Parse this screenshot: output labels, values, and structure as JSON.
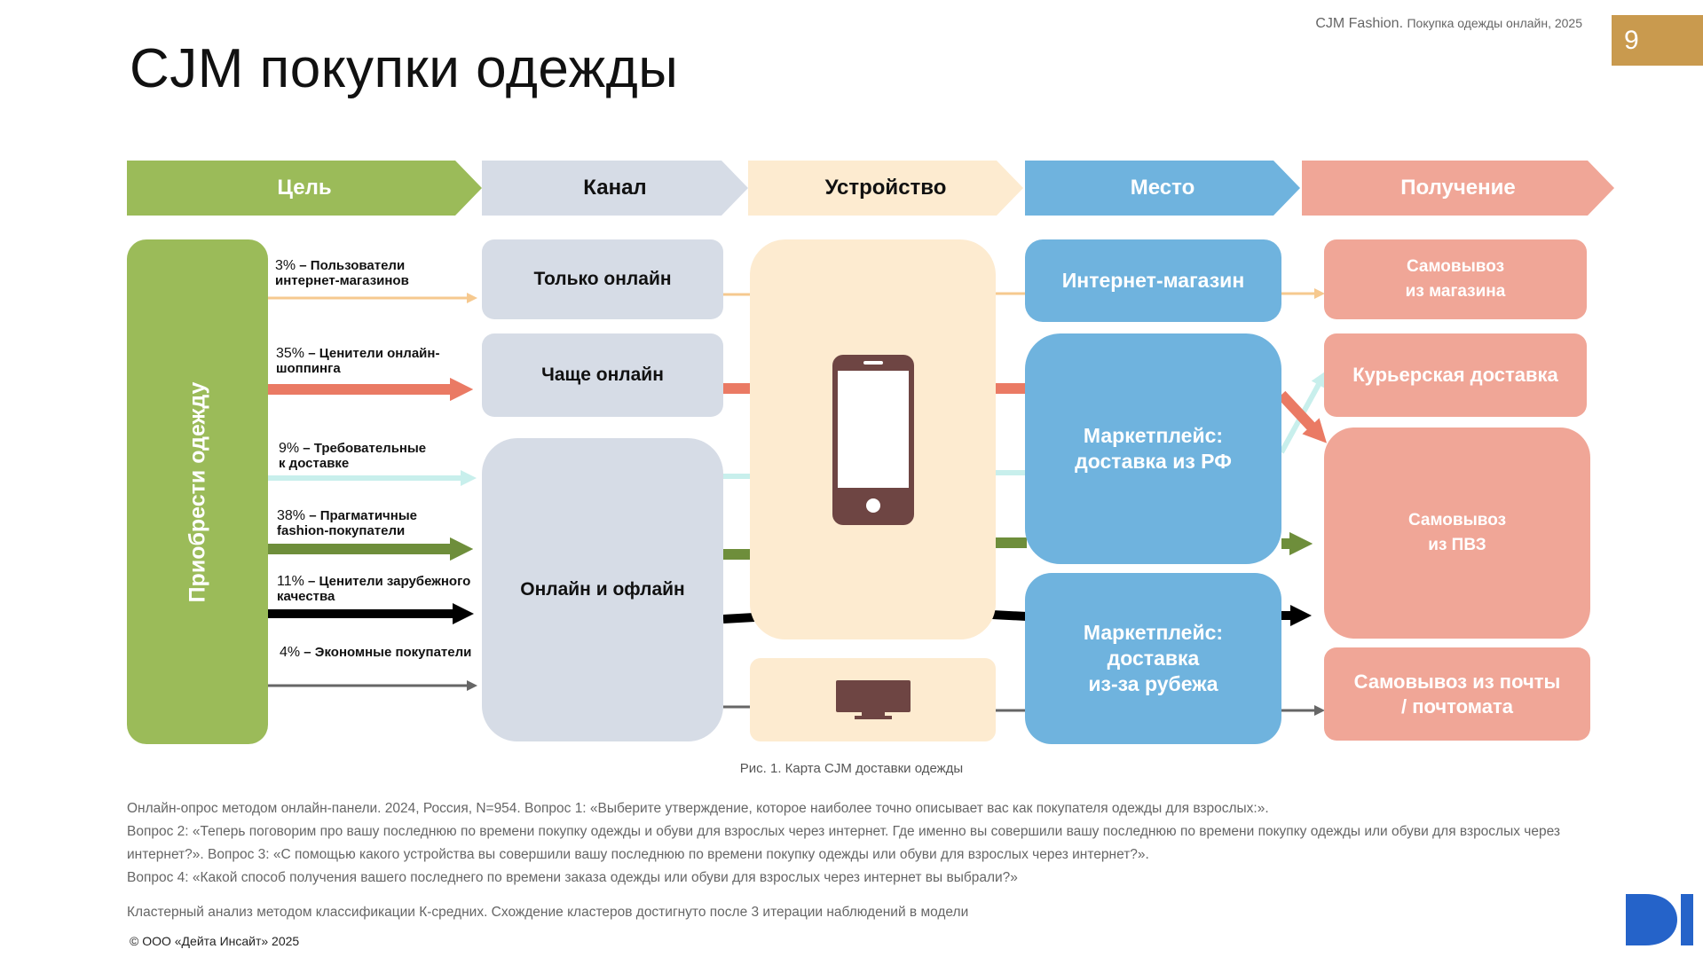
{
  "header": {
    "brand": "CJM Fashion.",
    "subtitle": "Покупка одежды онлайн, 2025",
    "page_number": "9"
  },
  "title": "CJM покупки одежды",
  "stages": [
    "Цель",
    "Канал",
    "Устройство",
    "Место",
    "Получение"
  ],
  "goal": "Приобрести одежду",
  "segments": [
    {
      "pct": "3%",
      "text_line1": "– Пользователи",
      "text_line2": "интернет-магазинов",
      "color": "#f6c98f"
    },
    {
      "pct": "35%",
      "text_line1": "– Ценители онлайн-",
      "text_line2": "шоппинга",
      "color": "#ea7a64"
    },
    {
      "pct": "9%",
      "text_line1": "– Требовательные",
      "text_line2": "к доставке",
      "color": "#c8efec"
    },
    {
      "pct": "38%",
      "text_line1": "– Прагматичные",
      "text_line2": "fashion-покупатели",
      "color": "#6e8e3b"
    },
    {
      "pct": "11%",
      "text_line1": "– Ценители зарубежного",
      "text_line2": "качества",
      "color": "#000000"
    },
    {
      "pct": "4%",
      "text_line1": "– Экономные покупатели",
      "text_line2": "",
      "color": "#666666"
    }
  ],
  "channels": [
    "Только онлайн",
    "Чаще онлайн",
    "Онлайн и офлайн"
  ],
  "devices": {
    "icons": [
      "smartphone-icon",
      "monitor-icon"
    ]
  },
  "places": {
    "online_store": "Интернет-магазин",
    "marketplace_rf": [
      "Маркетплейс:",
      "доставка из РФ"
    ],
    "marketplace_abroad": [
      "Маркетплейс:",
      "доставка",
      "из-за рубежа"
    ]
  },
  "receiving": {
    "store_pickup": [
      "Самовывоз",
      "из магазина"
    ],
    "courier": "Курьерская доставка",
    "pvz_pickup": [
      "Самовывоз",
      "из ПВЗ"
    ],
    "post_pickup": [
      "Самовывоз из почты",
      "/ почтомата"
    ]
  },
  "caption": "Рис. 1. Карта CJM доставки одежды",
  "notes": {
    "line1": "Онлайн-опрос методом онлайн-панели. 2024, Россия, N=954. Вопрос 1: «Выберите утверждение, которое наиболее точно описывает вас как покупателя одежды для взрослых:».",
    "line2": "Вопрос 2: «Теперь поговорим про вашу последнюю по времени покупку одежды и обуви для взрослых через интернет. Где именно вы совершили вашу последнюю по времени покупку одежды или обуви для взрослых через интернет?». Вопрос 3: «С помощью какого устройства вы совершили вашу последнюю по времени покупку одежды или обуви для взрослых через интернет?».",
    "line3": "Вопрос 4: «Какой способ получения вашего последнего по времени заказа одежды или обуви для взрослых через интернет вы выбрали?»",
    "line4": "Кластерный анализ методом классификации К-средних. Схождение кластеров достигнуто после 3 итерации наблюдений в модели"
  },
  "copyright": "© ООО «Дейта Инсайт» 2025",
  "colors": {
    "goal": "#9bbb59",
    "channel": "#d6dce6",
    "device": "#fdebd0",
    "place": "#6fb3de",
    "receiving": "#f0a697",
    "accent": "#c99a4e",
    "logo": "#2563c9"
  }
}
